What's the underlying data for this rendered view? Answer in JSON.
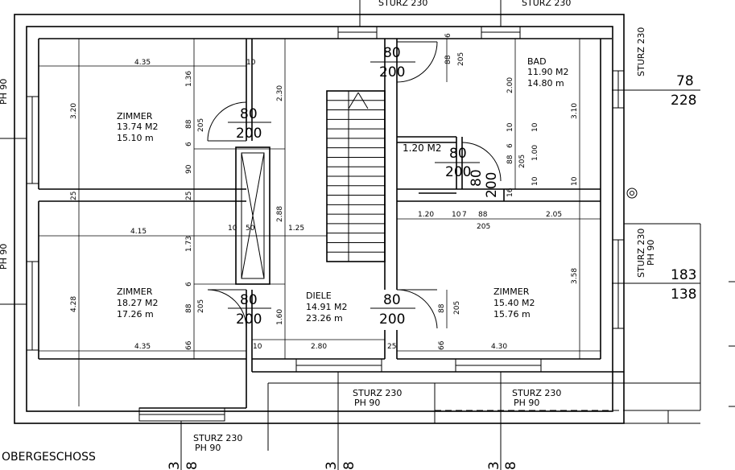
{
  "floor": {
    "title": "OBERGESCHOSS"
  },
  "rooms": [
    {
      "name": "ZIMMER",
      "area": "13.74  M2",
      "perimeter": "15.10  m"
    },
    {
      "name": "ZIMMER",
      "area": "18.27  M2",
      "perimeter": "17.26  m"
    },
    {
      "name": "DIELE",
      "area": "14.91  M2",
      "perimeter": "23.26  m"
    },
    {
      "name": "ZIMMER",
      "area": "15.40  M2",
      "perimeter": "15.76  m"
    },
    {
      "name": "BAD",
      "area": "11.90  M2",
      "perimeter": "14.80  m"
    }
  ],
  "wc_area": "1.20  M2",
  "doors": [
    {
      "w": "80",
      "h": "200"
    },
    {
      "w": "80",
      "h": "200"
    },
    {
      "w": "80",
      "h": "200"
    },
    {
      "w": "80",
      "h": "200"
    },
    {
      "w": "80",
      "h": "200"
    },
    {
      "w": "80",
      "h": "200"
    },
    {
      "w": "80",
      "h": "200"
    }
  ],
  "window_fractions": [
    {
      "top": "78",
      "bottom": "228"
    },
    {
      "top": "183",
      "bottom": "138"
    }
  ],
  "labels": {
    "sturz": "STURZ  230",
    "ph": "PH  90",
    "ph_side": "PH  90",
    "sturz_side": "STURZ  230",
    "sturz_ph": "STURZ  230 PH  90"
  },
  "section_marks": [
    "3",
    "8"
  ],
  "dims": {
    "d435a": "4.35",
    "d415": "4.15",
    "d435b": "4.35",
    "d430": "4.30",
    "d320": "3.20",
    "d428": "4.28",
    "d136": "1.36",
    "d88a": "88",
    "d205a": "205",
    "d6a": "6",
    "d90": "90",
    "d25a": "25",
    "d25b": "25",
    "d173": "1.73",
    "d6b": "6",
    "d88b": "88",
    "d205b": "205",
    "d66a": "66",
    "d10a": "10",
    "d10b": "10",
    "d10c": "10",
    "d50": "50",
    "d230": "2.30",
    "d288": "2.88",
    "d125": "1.25",
    "d160": "1.60",
    "d280": "2.80",
    "d25c": "25",
    "d66b": "66",
    "d88c": "88",
    "d205c": "205",
    "d6c": "6",
    "d88d": "88",
    "d205d": "205",
    "d200": "2.00",
    "d310": "3.10",
    "d358": "3.58",
    "d120": "1.20",
    "d10d": "10",
    "d7": "7",
    "d88e": "88",
    "d205e": "205",
    "d205f": "2.05",
    "d10e": "10",
    "d10f": "10",
    "d6d": "6",
    "d88f": "88",
    "d205g": "205",
    "d100": "1.00",
    "d10g": "10",
    "d10h": "10",
    "d16": "16"
  }
}
